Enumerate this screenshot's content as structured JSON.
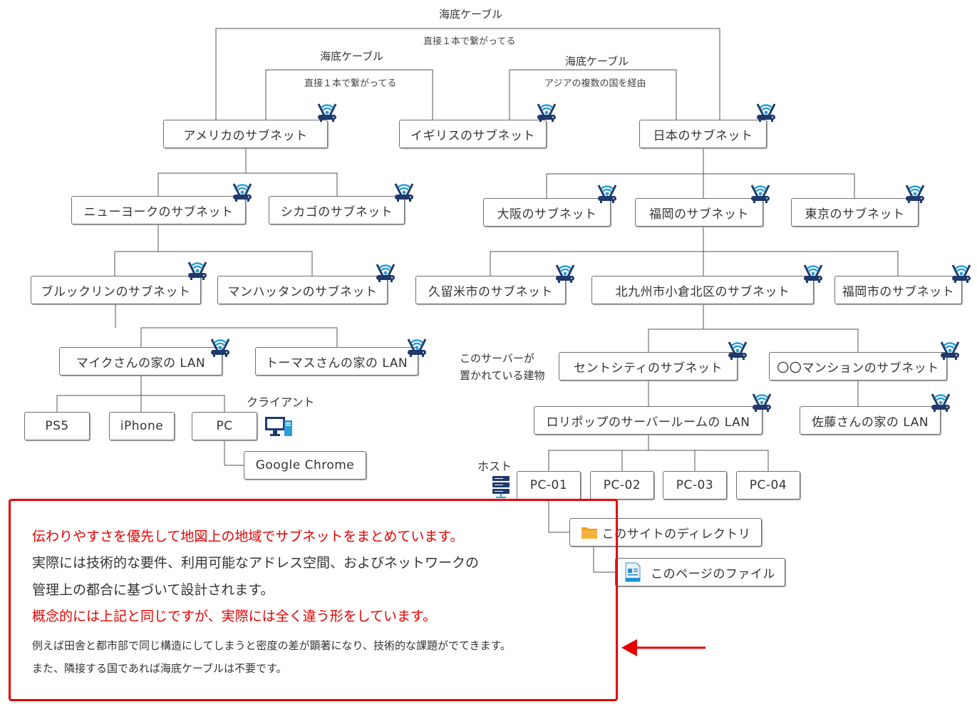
{
  "diagram": {
    "edge_labels": {
      "top_cable": "海底ケーブル",
      "top_cable_note": "直接１本で繋がってる",
      "us_uk_cable": "海底ケーブル",
      "us_uk_cable_note": "直接１本で繋がってる",
      "uk_jp_cable": "海底ケーブル",
      "uk_jp_cable_note": "アジアの複数の国を経由"
    },
    "nodes": {
      "america": "アメリカのサブネット",
      "uk": "イギリスのサブネット",
      "japan": "日本のサブネット",
      "newyork": "ニューヨークのサブネット",
      "chicago": "シカゴのサブネット",
      "brooklyn": "ブルックリンのサブネット",
      "manhattan": "マンハッタンのサブネット",
      "mike_lan": "マイクさんの家の LAN",
      "thomas_lan": "トーマスさんの家の LAN",
      "ps5": "PS5",
      "iphone": "iPhone",
      "pc": "PC",
      "chrome": "Google Chrome",
      "osaka": "大阪のサブネット",
      "fukuoka": "福岡のサブネット",
      "tokyo": "東京のサブネット",
      "kurume": "久留米市のサブネット",
      "kitakyushu": "北九州市小倉北区のサブネット",
      "fukuoka_city": "福岡市のサブネット",
      "centcity": "セントシティのサブネット",
      "mansion": "〇〇マンションのサブネット",
      "lolipop_lan": "ロリポップのサーバールームの LAN",
      "sato_lan": "佐藤さんの家の LAN",
      "pc01": "PC-01",
      "pc02": "PC-02",
      "pc03": "PC-03",
      "pc04": "PC-04",
      "site_dir": "このサイトのディレクトリ",
      "page_file": "このページのファイル"
    },
    "annotations": {
      "client": "クライアント",
      "host": "ホスト",
      "server_building_1": "このサーバーが",
      "server_building_2": "置かれている建物"
    },
    "icons": {
      "router": "wifi-router-icon",
      "client": "desktop-computer-icon",
      "host": "server-icon",
      "folder": "folder-icon",
      "file": "document-file-icon"
    },
    "colors": {
      "router_body": "#1f3a6b",
      "router_wifi": "#2a9fd8",
      "note_border": "#e60000",
      "folder": "#f7b23b"
    }
  },
  "note": {
    "line1": "伝わりやすさを優先して地図上の地域でサブネットをまとめています。",
    "line2": "実際には技術的な要件、利用可能なアドレス空間、およびネットワークの",
    "line3": "管理上の都合に基づいて設計されます。",
    "line4": "概念的には上記と同じですが、実際には全く違う形をしています。",
    "line5": "例えば田舎と都市部で同じ構造にしてしまうと密度の差が顕著になり、技術的な課題がでてきます。",
    "line6": "また、隣接する国であれば海底ケーブルは不要です。"
  }
}
